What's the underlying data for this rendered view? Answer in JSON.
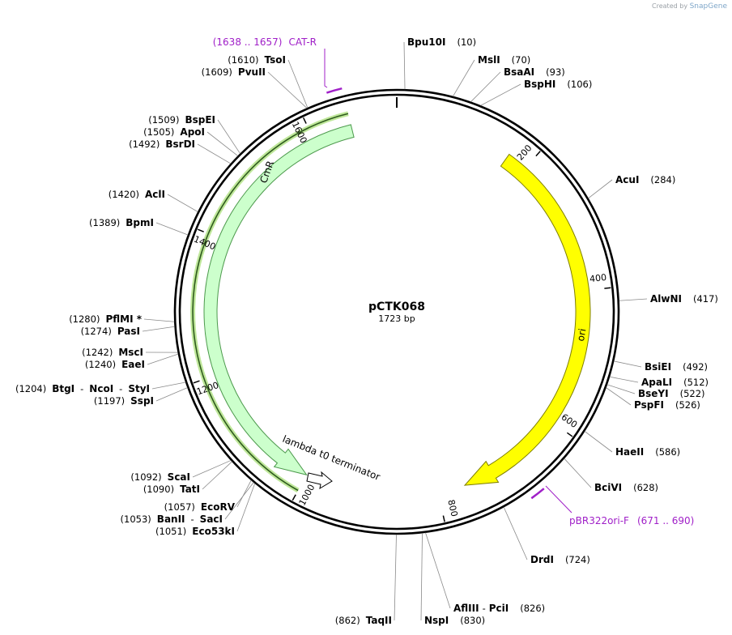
{
  "credit": {
    "prefix": "Created by",
    "brand": "SnapGene"
  },
  "plasmid": {
    "name": "pCTK068",
    "length_label": "1723 bp",
    "length": 1723
  },
  "features": [
    {
      "name": "ori",
      "start": 170,
      "end": 759,
      "direction": "forward",
      "color": "#ffff00",
      "stroke": "#7f7f00",
      "ring": "inner"
    },
    {
      "name": "CmR",
      "start": 1000,
      "end": 1657,
      "direction": "reverse",
      "color": "#ccffcc",
      "stroke": "#4c994c",
      "ring": "outer"
    },
    {
      "name": "lambda t0 terminator",
      "start": 920,
      "end": 1000,
      "direction": "reverse",
      "color": "#ffffff",
      "stroke": "#000000",
      "ring": "outer"
    }
  ],
  "primers": [
    {
      "name": "CAT-R",
      "range": "(1638 .. 1657)"
    },
    {
      "name": "pBR322ori-F",
      "range": "(671 .. 690)"
    }
  ],
  "enzymes_right": [
    {
      "name": "Bpu10I",
      "pos": "(10)"
    },
    {
      "name": "MslI",
      "pos": "(70)"
    },
    {
      "name": "BsaAI",
      "pos": "(93)"
    },
    {
      "name": "BspHI",
      "pos": "(106)"
    },
    {
      "name": "AcuI",
      "pos": "(284)"
    },
    {
      "name": "AlwNI",
      "pos": "(417)"
    },
    {
      "name": "BsiEI",
      "pos": "(492)"
    },
    {
      "name": "ApaLI",
      "pos": "(512)"
    },
    {
      "name": "BseYI",
      "pos": "(522)"
    },
    {
      "name": "PspFI",
      "pos": "(526)"
    },
    {
      "name": "HaeII",
      "pos": "(586)"
    },
    {
      "name": "BciVI",
      "pos": "(628)"
    },
    {
      "name": "DrdI",
      "pos": "(724)"
    },
    {
      "name": "AflIII",
      "sep": "-",
      "name2": "PciI",
      "pos": "(826)"
    },
    {
      "name": "NspI",
      "pos": "(830)"
    }
  ],
  "enzymes_left": [
    {
      "name": "TaqII",
      "pos": "(862)"
    },
    {
      "name": "Eco53kI",
      "pos": "(1051)"
    },
    {
      "name": "BanII",
      "sep": "-",
      "name2": "SacI",
      "pos": "(1053)"
    },
    {
      "name": "EcoRV",
      "pos": "(1057)"
    },
    {
      "name": "TatI",
      "pos": "(1090)"
    },
    {
      "name": "ScaI",
      "pos": "(1092)"
    },
    {
      "name": "SspI",
      "pos": "(1197)"
    },
    {
      "name": "BtgI",
      "sep": "-",
      "name2": "NcoI",
      "sep2": "-",
      "name3": "StyI",
      "pos": "(1204)"
    },
    {
      "name": "EaeI",
      "pos": "(1240)"
    },
    {
      "name": "MscI",
      "pos": "(1242)"
    },
    {
      "name": "PasI",
      "pos": "(1274)"
    },
    {
      "name": "PflMI *",
      "pos": "(1280)"
    },
    {
      "name": "BpmI",
      "pos": "(1389)"
    },
    {
      "name": "AclI",
      "pos": "(1420)"
    },
    {
      "name": "BsrDI",
      "pos": "(1492)"
    },
    {
      "name": "ApoI",
      "pos": "(1505)"
    },
    {
      "name": "BspEI",
      "pos": "(1509)"
    },
    {
      "name": "PvuII",
      "pos": "(1609)"
    },
    {
      "name": "TsoI",
      "pos": "(1610)"
    }
  ],
  "ticks": [
    "200",
    "400",
    "600",
    "800",
    "1000",
    "1200",
    "1400",
    "1600"
  ]
}
